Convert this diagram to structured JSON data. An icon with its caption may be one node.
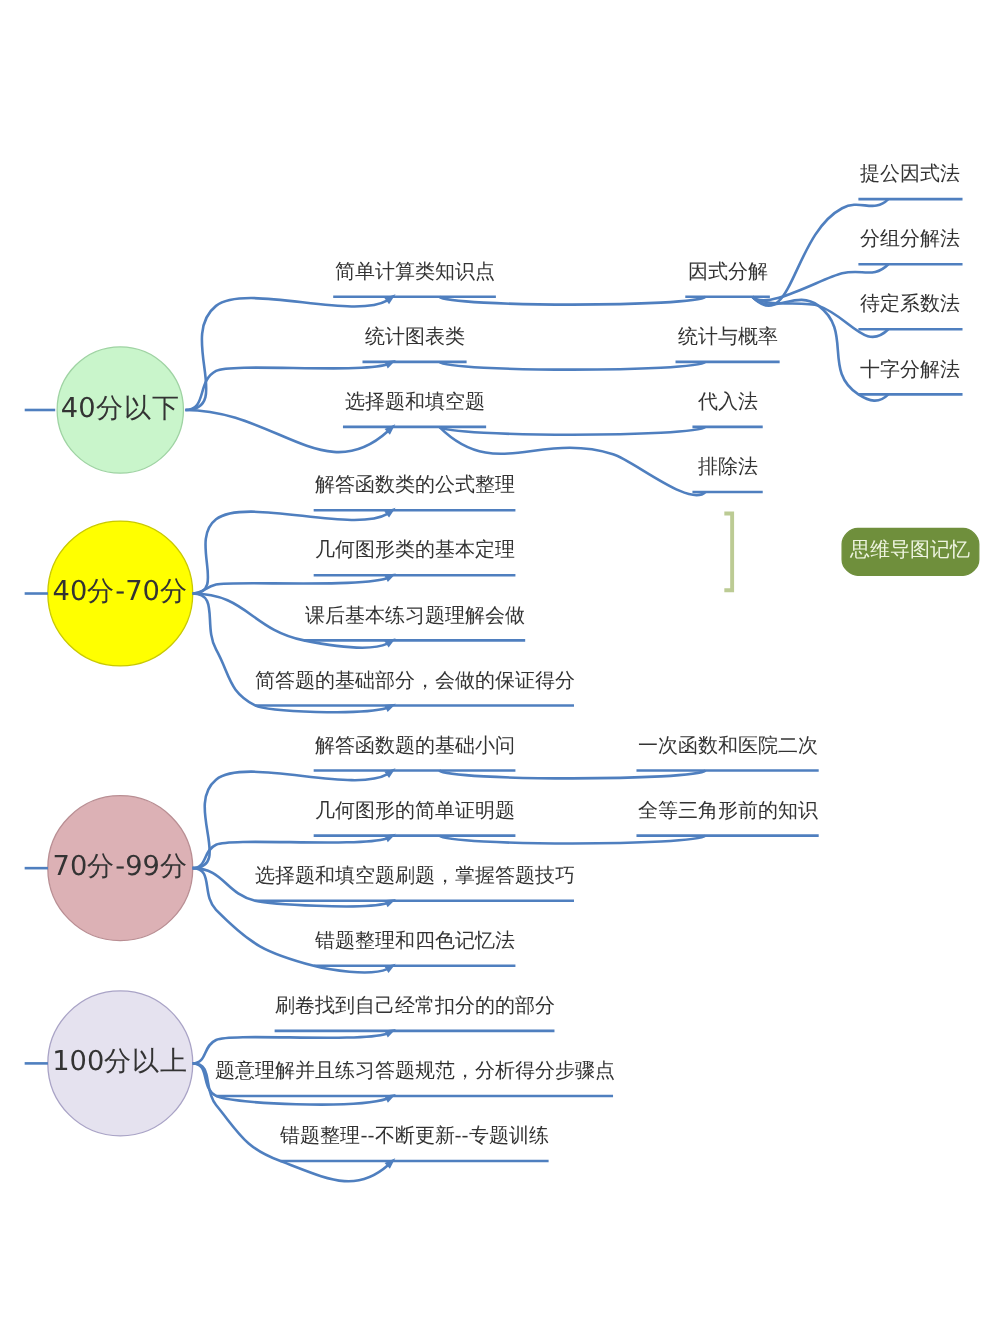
{
  "diagram": {
    "nodes": [
      {
        "text": [
          "40分以下"
        ]
      },
      {
        "text": [
          "简单计算类知识点"
        ]
      },
      {
        "text": [
          "因式分解"
        ]
      },
      {
        "text": [
          "提公因式法"
        ]
      },
      {
        "text": [
          "分组分解法"
        ]
      },
      {
        "text": [
          "待定系数法"
        ]
      },
      {
        "text": [
          "十字分解法"
        ]
      },
      {
        "text": [
          "统计图表类"
        ]
      },
      {
        "text": [
          "统计与概率"
        ]
      },
      {
        "text": [
          "选择题和填空题"
        ]
      },
      {
        "text": [
          "代入法"
        ]
      },
      {
        "text": [
          "排除法"
        ]
      },
      {
        "text": [
          "40分-70分"
        ]
      },
      {
        "text": [
          "解答函数类的公式整理"
        ]
      },
      {
        "text": [
          "几何图形类的基本定理"
        ]
      },
      {
        "text": [
          "思维导图记忆"
        ]
      },
      {
        "text": [
          "课后基本练习题理解会做"
        ]
      },
      {
        "text": [
          "简答题的基础部分，会做的保证得分"
        ]
      },
      {
        "text": [
          "70分-99分"
        ]
      },
      {
        "text": [
          "解答函数题的基础小问"
        ]
      },
      {
        "text": [
          "一次函数和医院二次"
        ]
      },
      {
        "text": [
          "几何图形的简单证明题"
        ]
      },
      {
        "text": [
          "全等三角形前的知识"
        ]
      },
      {
        "text": [
          "选择题和填空题刷题，掌握答题技巧"
        ]
      },
      {
        "text": [
          "错题整理和四色记忆法"
        ]
      },
      {
        "text": [
          "100分以上"
        ]
      },
      {
        "text": [
          "刷卷找到自己经常扣分的的部分"
        ]
      },
      {
        "text": [
          "题意理解并且练习答题规范，分析得分步骤点"
        ]
      },
      {
        "text": [
          "错题整理--不断更新--专题训练"
        ]
      }
    ],
    "edges": [
      {
        "from": null,
        "to": 0,
        "arrow": "none"
      },
      {
        "from": 0,
        "to": 1,
        "arrow": "to"
      },
      {
        "from": 1,
        "to": 2,
        "arrow": "none"
      },
      {
        "from": 2,
        "to": 3,
        "arrow": "none"
      },
      {
        "from": 2,
        "to": 4,
        "arrow": "none"
      },
      {
        "from": 2,
        "to": 5,
        "arrow": "none"
      },
      {
        "from": 2,
        "to": 6,
        "arrow": "none"
      },
      {
        "from": 0,
        "to": 7,
        "arrow": "to"
      },
      {
        "from": 7,
        "to": 8,
        "arrow": "none"
      },
      {
        "from": 0,
        "to": 9,
        "arrow": "to"
      },
      {
        "from": 9,
        "to": 10,
        "arrow": "none"
      },
      {
        "from": 9,
        "to": 11,
        "arrow": "none"
      },
      {
        "from": null,
        "to": 12,
        "arrow": "none"
      },
      {
        "from": 12,
        "to": 13,
        "arrow": "to"
      },
      {
        "from": 12,
        "to": 14,
        "arrow": "to"
      },
      {
        "from": 12,
        "to": 16,
        "arrow": "to"
      },
      {
        "from": 12,
        "to": 17,
        "arrow": "to"
      },
      {
        "from": null,
        "to": 18,
        "arrow": "none"
      },
      {
        "from": 18,
        "to": 19,
        "arrow": "to"
      },
      {
        "from": 19,
        "to": 20,
        "arrow": "none"
      },
      {
        "from": 18,
        "to": 21,
        "arrow": "to"
      },
      {
        "from": 21,
        "to": 22,
        "arrow": "none"
      },
      {
        "from": 18,
        "to": 23,
        "arrow": "to"
      },
      {
        "from": 18,
        "to": 24,
        "arrow": "to"
      },
      {
        "from": null,
        "to": 25,
        "arrow": "none"
      },
      {
        "from": 25,
        "to": 26,
        "arrow": "to"
      },
      {
        "from": 25,
        "to": 27,
        "arrow": "to"
      },
      {
        "from": 25,
        "to": 28,
        "arrow": "to"
      }
    ]
  }
}
